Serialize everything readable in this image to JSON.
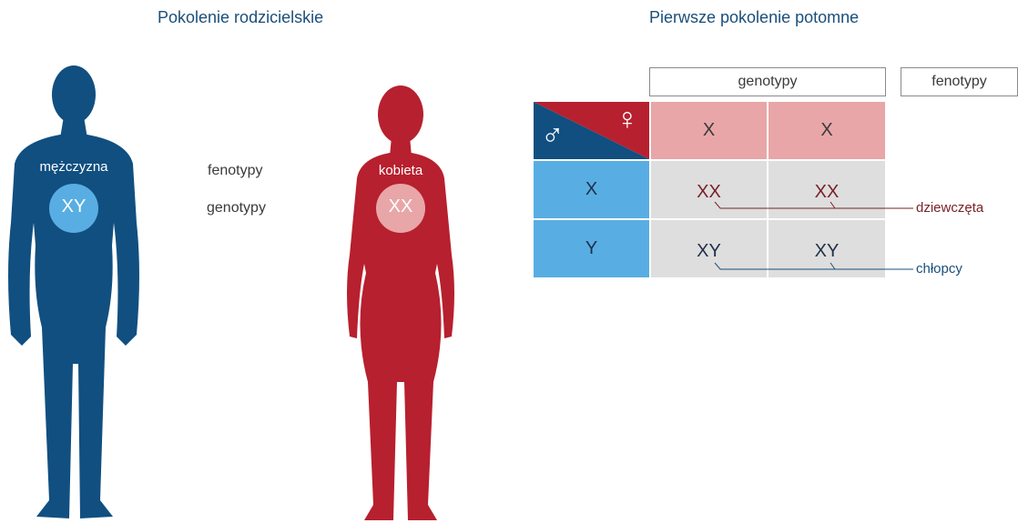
{
  "parental": {
    "title": "Pokolenie rodzicielskie",
    "male": {
      "label": "mężczyzna",
      "genotype": "XY"
    },
    "female": {
      "label": "kobieta",
      "genotype": "XX"
    },
    "row_labels": {
      "phenotypes": "fenotypy",
      "genotypes": "genotypy"
    }
  },
  "f1": {
    "title": "Pierwsze pokolenie potomne",
    "genotypes_header": "genotypy",
    "phenotypes_header": "fenotypy",
    "male_symbol": "♂",
    "female_symbol": "♀",
    "female_gametes": [
      "X",
      "X"
    ],
    "male_gametes": [
      "X",
      "Y"
    ],
    "offspring": [
      [
        "XX",
        "XX"
      ],
      [
        "XY",
        "XY"
      ]
    ],
    "phenotype_labels": {
      "girls": "dziewczęta",
      "boys": "chłopcy"
    }
  },
  "colors": {
    "male_blue": "#114f80",
    "female_red": "#b7202e",
    "light_blue": "#58aee2",
    "light_pink": "#e8a6a8",
    "cell_grey": "#dedede"
  }
}
